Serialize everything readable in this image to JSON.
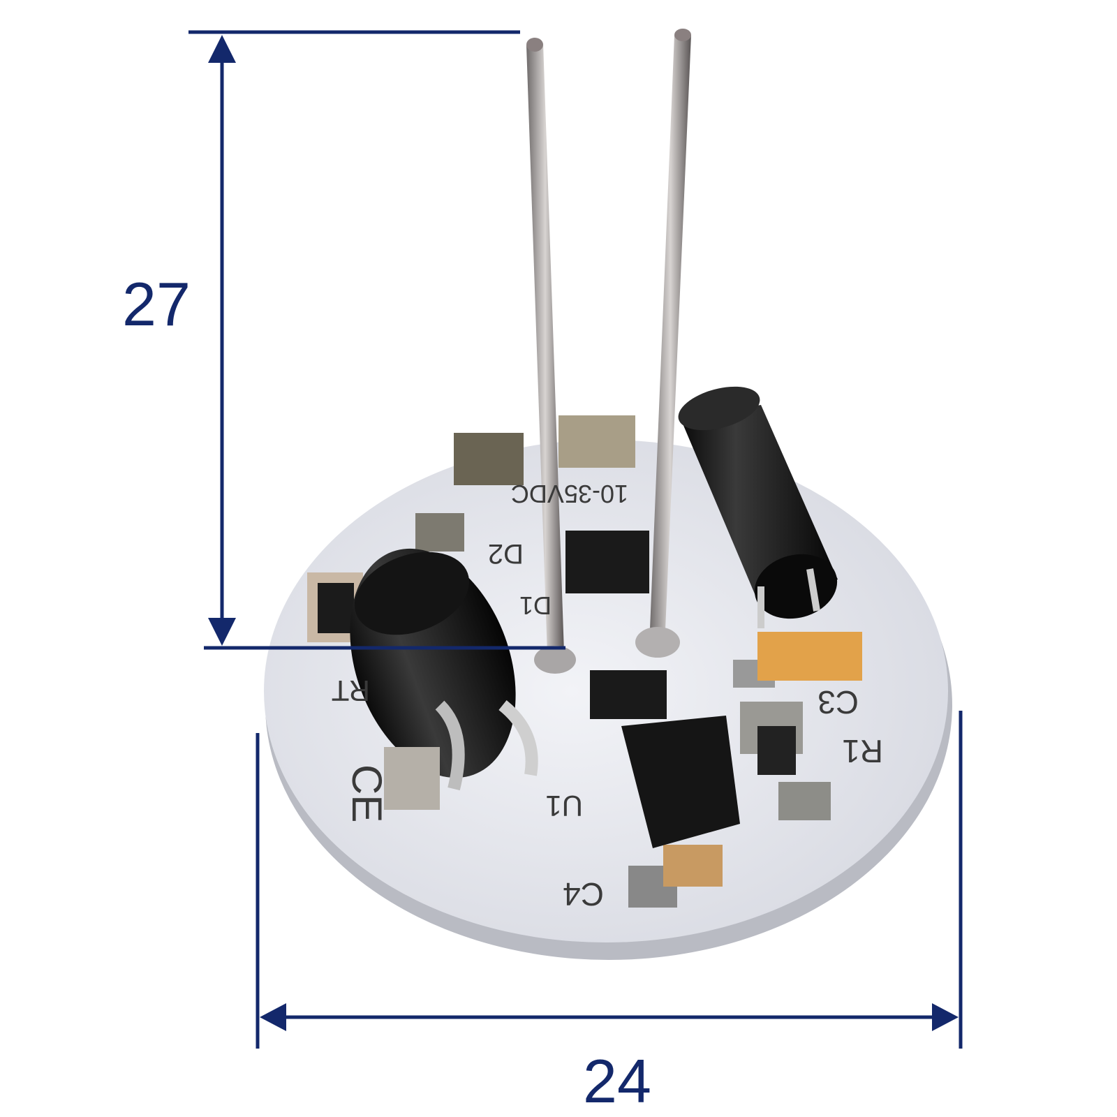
{
  "dimensions": {
    "height_label": "27",
    "width_label": "24",
    "color": "#13286b"
  },
  "pcb": {
    "silkscreen": {
      "voltage": "10-35VDC",
      "d2": "D2",
      "d1": "D1",
      "rt": "RT",
      "c3": "C3",
      "r1": "R1",
      "u1": "U1",
      "c4": "C4",
      "ce_mark": "CE"
    },
    "board_color": "#e6e8ee"
  }
}
